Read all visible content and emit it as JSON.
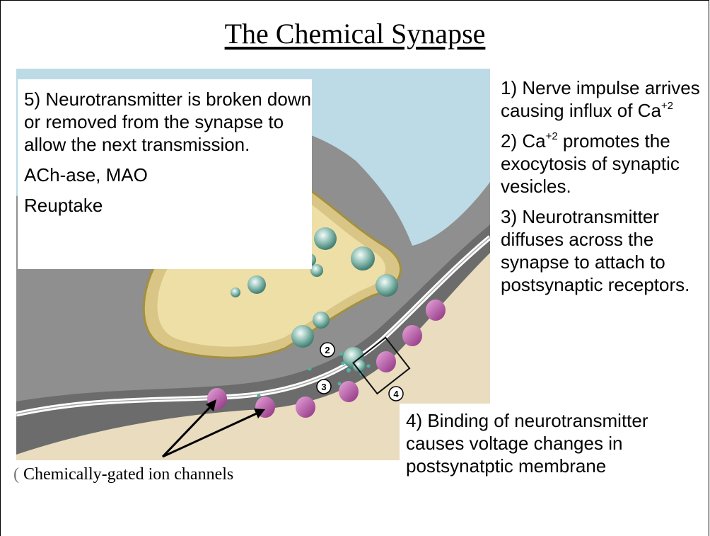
{
  "title": "The Chemical Synapse",
  "step5": {
    "text": "5) Neurotransmitter is broken down or removed from the synapse to allow the next transmission.",
    "example1": "ACh-ase, MAO",
    "example2": "Reuptake"
  },
  "step1": {
    "text_a": "1) Nerve impulse arrives causing influx of Ca",
    "sup": "+2"
  },
  "step2": {
    "prefix": "2) Ca",
    "sup": "+2",
    "text_b": " promotes the exocytosis of synaptic vesicles."
  },
  "step3": {
    "text": "3) Neurotransmitter diffuses across the synapse to attach to postsynaptic receptors."
  },
  "step4": {
    "text": "4) Binding of neurotransmitter causes voltage changes in postsynatptic membrane"
  },
  "caption": {
    "clip": "(",
    "text": "Chemically-gated ion channels"
  },
  "diagram": {
    "markers": [
      "2",
      "3",
      "4"
    ],
    "colors": {
      "extracellular": "#bcdbe6",
      "terminal": "#d9c585",
      "terminal_inner": "#eedfa6",
      "cleft": "#8d8d8d",
      "postsynaptic": "#e9dcbf",
      "channel": "#b95aa5",
      "vesicle": "#7fb1a6"
    }
  }
}
